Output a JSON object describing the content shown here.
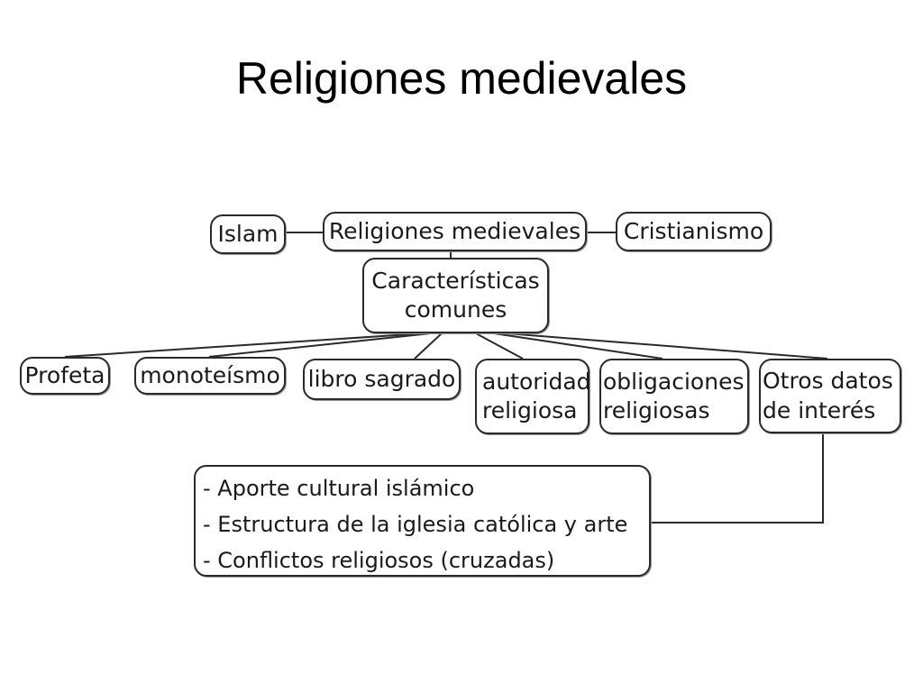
{
  "slide": {
    "title": "Religiones medievales"
  },
  "concept_map": {
    "root": "Religiones medievales",
    "left_branch": "Islam",
    "right_branch": "Cristianismo",
    "common": {
      "line1": "Características",
      "line2": "comunes"
    },
    "characteristics": [
      {
        "line1": "Profeta"
      },
      {
        "line1": "monoteísmo"
      },
      {
        "line1": "libro sagrado"
      },
      {
        "line1": "autoridad",
        "line2": "religiosa"
      },
      {
        "line1": "obligaciones",
        "line2": "religiosas"
      },
      {
        "line1": "Otros datos",
        "line2": "de interés"
      }
    ],
    "notes": [
      "- Aporte cultural islámico",
      "- Estructura de la iglesia católica y arte",
      "- Conflictos religiosos (cruzadas)"
    ]
  },
  "colors": {
    "background": "#ffffff",
    "text": "#1a1a1a",
    "border": "#2a2a2a"
  }
}
